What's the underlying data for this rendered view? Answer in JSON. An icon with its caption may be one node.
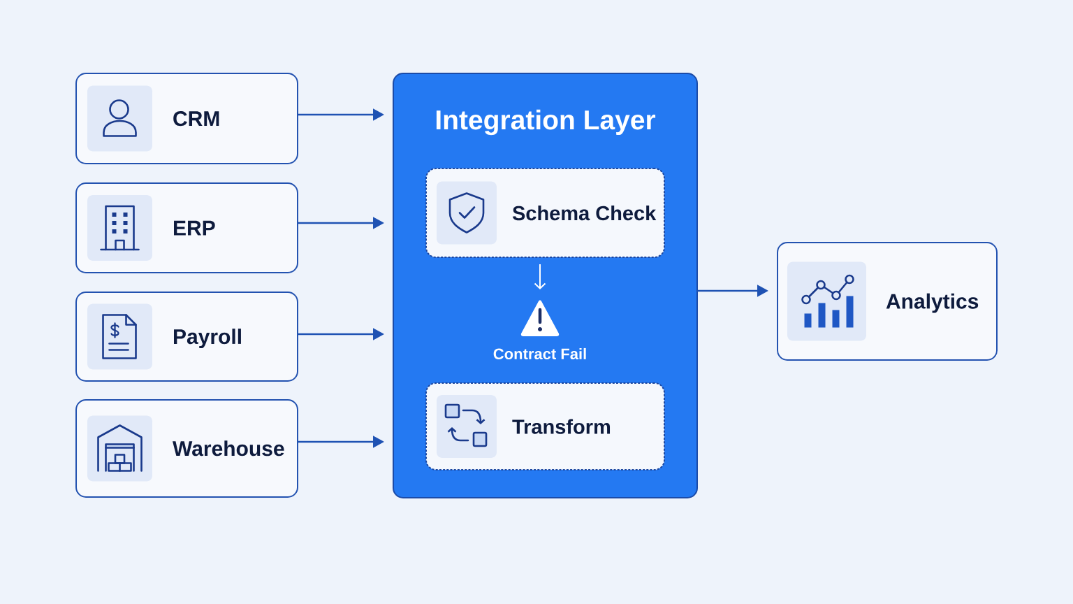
{
  "diagram": {
    "nodes": [
      {
        "text": [
          "CRM"
        ]
      },
      {
        "text": [
          "ERP"
        ]
      },
      {
        "text": [
          "Payroll"
        ]
      },
      {
        "text": [
          "Warehouse"
        ]
      },
      {
        "text": [
          "Integration Layer"
        ]
      },
      {
        "text": [
          "Schema Check"
        ],
        "in": 4
      },
      {
        "text": [
          "Contract Fail"
        ],
        "in": 4
      },
      {
        "text": [
          "Transform"
        ],
        "in": 4
      },
      {
        "text": [
          "Analytics"
        ]
      }
    ],
    "edges": [
      {
        "from": 0,
        "to": 4,
        "arrow": "to"
      },
      {
        "from": 1,
        "to": 4,
        "arrow": "to"
      },
      {
        "from": 2,
        "to": 4,
        "arrow": "to"
      },
      {
        "from": 3,
        "to": 4,
        "arrow": "to"
      },
      {
        "from": 5,
        "to": 6,
        "arrow": "to",
        "color": "#ffffff"
      },
      {
        "from": 4,
        "to": 8,
        "arrow": "to"
      }
    ]
  }
}
